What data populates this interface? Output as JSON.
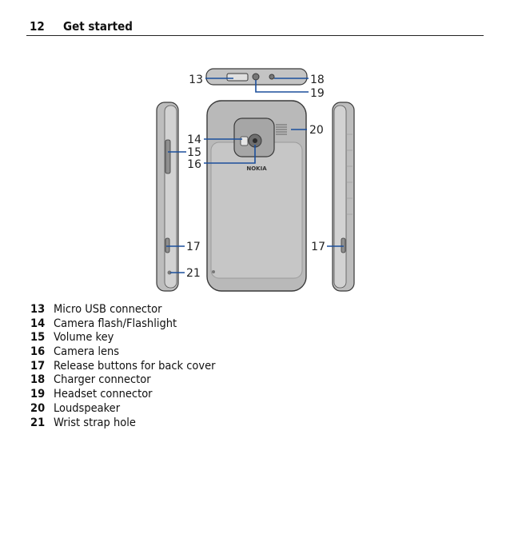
{
  "header": {
    "page_number": "12",
    "chapter_title": "Get started"
  },
  "figure": {
    "brand_logo": "NOKIA",
    "callouts": [
      "13",
      "14",
      "15",
      "16",
      "17",
      "17",
      "18",
      "19",
      "20",
      "21"
    ]
  },
  "legend": [
    {
      "num": "13",
      "text": "Micro USB connector"
    },
    {
      "num": "14",
      "text": "Camera flash/Flashlight"
    },
    {
      "num": "15",
      "text": "Volume key"
    },
    {
      "num": "16",
      "text": "Camera lens"
    },
    {
      "num": "17",
      "text": "Release buttons for back cover"
    },
    {
      "num": "18",
      "text": "Charger connector"
    },
    {
      "num": "19",
      "text": "Headset connector"
    },
    {
      "num": "20",
      "text": "Loudspeaker"
    },
    {
      "num": "21",
      "text": "Wrist strap hole"
    }
  ],
  "colors": {
    "callout_line": "#1b4f9c",
    "device_body": "#b9b9b9",
    "device_outline": "#3a3a3a"
  }
}
